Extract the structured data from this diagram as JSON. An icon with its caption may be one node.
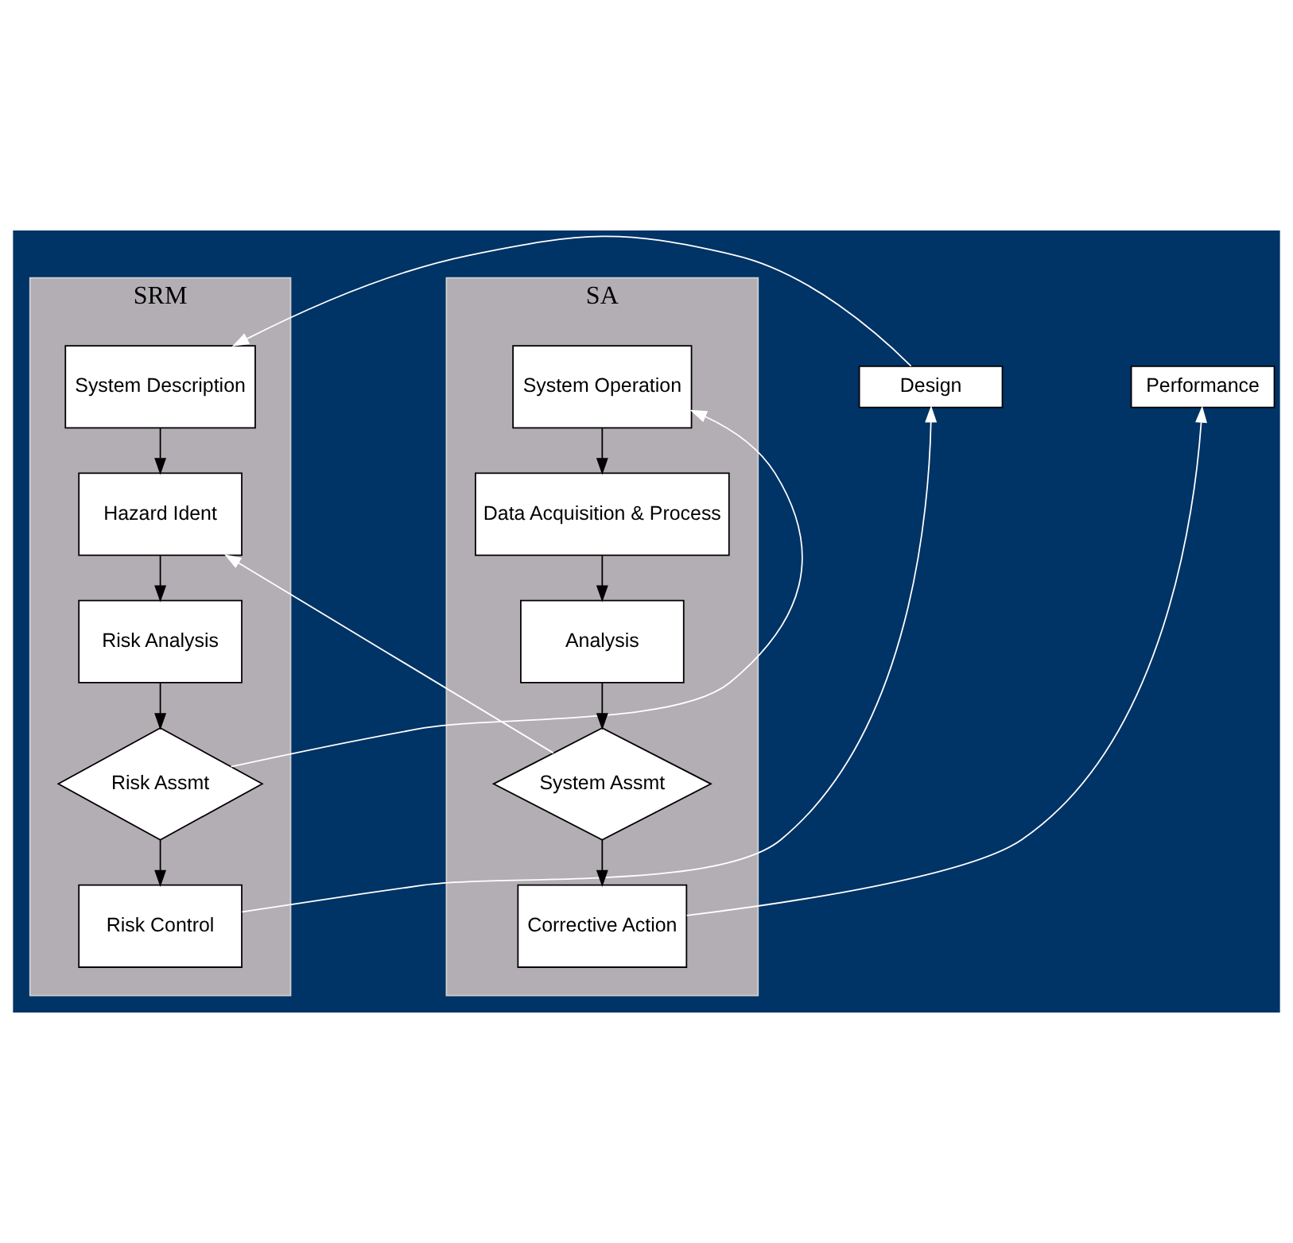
{
  "diagram": {
    "nodes": [
      {
        "text": [
          "SRM"
        ]
      },
      {
        "text": [
          "System Description"
        ],
        "in": 0
      },
      {
        "text": [
          "Hazard Ident"
        ],
        "in": 0
      },
      {
        "text": [
          "Risk Analysis"
        ],
        "in": 0
      },
      {
        "text": [
          "Risk Assmt"
        ],
        "in": 0
      },
      {
        "text": [
          "Risk Control"
        ],
        "in": 0
      },
      {
        "text": [
          "SA"
        ]
      },
      {
        "text": [
          "System Operation"
        ],
        "in": 6
      },
      {
        "text": [
          "Data Acquisition & Process"
        ],
        "in": 6
      },
      {
        "text": [
          "Analysis"
        ],
        "in": 6
      },
      {
        "text": [
          "System Assmt"
        ],
        "in": 6
      },
      {
        "text": [
          "Corrective Action"
        ],
        "in": 6
      },
      {
        "text": [
          "Design"
        ]
      },
      {
        "text": [
          "Performance"
        ]
      }
    ],
    "edges": [
      {
        "from": 1,
        "to": 2,
        "arrow": "to"
      },
      {
        "from": 2,
        "to": 3,
        "arrow": "to"
      },
      {
        "from": 3,
        "to": 4,
        "arrow": "to"
      },
      {
        "from": 4,
        "to": 5,
        "arrow": "to"
      },
      {
        "from": 5,
        "to": 12,
        "arrow": "to",
        "color": "#ffffff"
      },
      {
        "from": 12,
        "to": 1,
        "arrow": "to",
        "color": "#ffffff"
      },
      {
        "from": 7,
        "to": 8,
        "arrow": "to"
      },
      {
        "from": 8,
        "to": 9,
        "arrow": "to"
      },
      {
        "from": 9,
        "to": 10,
        "arrow": "to"
      },
      {
        "from": 10,
        "to": 11,
        "arrow": "to"
      },
      {
        "from": 11,
        "to": 13,
        "arrow": "to",
        "color": "#ffffff"
      },
      {
        "from": 10,
        "to": 2,
        "arrow": "to",
        "color": "#ffffff"
      },
      {
        "from": 4,
        "to": 7,
        "arrow": "to",
        "color": "#ffffff"
      }
    ]
  }
}
